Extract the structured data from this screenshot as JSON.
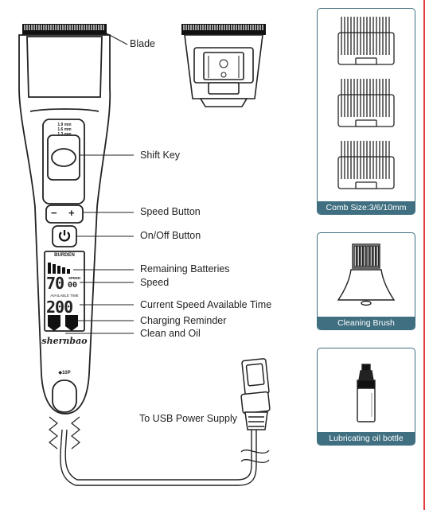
{
  "labels": {
    "blade": "Blade",
    "shift_key": "Shift Key",
    "speed_button": "Speed Button",
    "on_off_button": "On/Off Button",
    "remaining_batteries": "Remaining Batteries",
    "speed": "Speed",
    "current_speed_time": "Current Speed Available Time",
    "charging_reminder": "Charging Reminder",
    "clean_and_oil": "Clean and Oil",
    "usb_power": "To USB Power Supply"
  },
  "device": {
    "brand": "shernbao",
    "shift_marks": [
      "1.9 mm",
      "1.6 mm",
      "1.3 mm"
    ],
    "minus": "−",
    "plus": "+",
    "power_icon": "power-icon",
    "lcd": {
      "burden": "BURDEN",
      "speed_value": "70",
      "speed_small": "00",
      "speed_unit": "SPEED",
      "available_time_label": "AVAILABLE TIME",
      "time_value": "200"
    },
    "button_label": "◆10P"
  },
  "panels": {
    "combs": "Comb Size:3/6/10mm",
    "brush": "Cleaning Brush",
    "oil": "Lubricating oil bottle"
  },
  "colors": {
    "panel_border": "#3d6f7f",
    "panel_caption": "#3f6f80",
    "side_line": "#e23b3b"
  }
}
